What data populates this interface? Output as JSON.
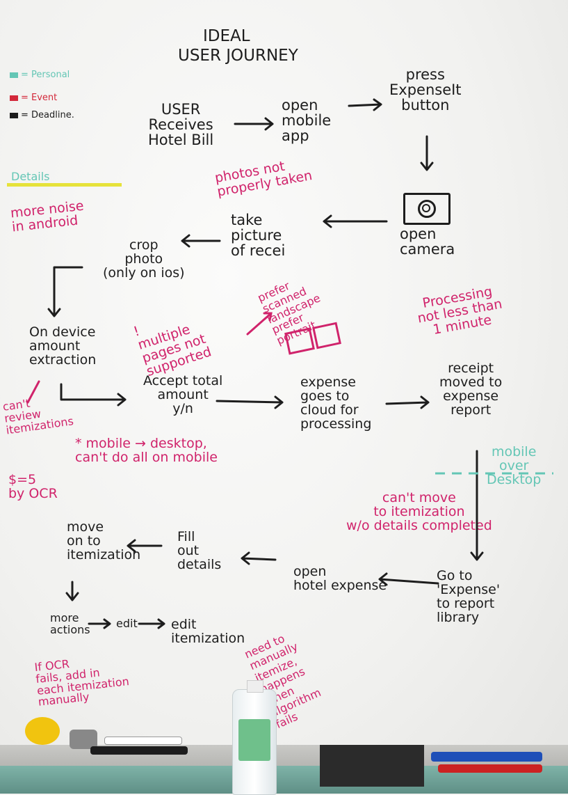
{
  "title": {
    "line1": "IDEAL",
    "line2": "USER JOURNEY"
  },
  "legend": {
    "personal": "= Personal",
    "event": "= Event",
    "deadline": "= Deadline."
  },
  "details_heading": "Details",
  "steps": {
    "user_receives": "USER\nReceives\nHotel Bill",
    "open_mobile_app": "open\nmobile\napp",
    "press_button": "press\nExpenseIt\nbutton",
    "open_camera": "open\ncamera",
    "take_picture": "take\npicture\nof recei",
    "crop_photo": "crop\nphoto\n(only on ios)",
    "on_device": "On device\namount\nextraction",
    "accept_total": "Accept total\namount\ny/n",
    "cloud": "expense\ngoes to\ncloud for\nprocessing",
    "receipt_moved": "receipt\nmoved to\nexpense\nreport",
    "go_to_expense": "Go to\n'Expense'\nto report\nlibrary",
    "open_hotel": "open\nhotel expense",
    "fill_out": "Fill\nout\ndetails",
    "move_on": "move\non to\nitemization",
    "more_actions": "more\nactions",
    "edit": "edit",
    "edit_itemization": "edit\nitemization"
  },
  "notes": {
    "photos_not_taken": "photos not\nproperly taken",
    "more_noise": "more noise\nin android",
    "multiple_pages": "!\nmultiple\npages not\nsupported",
    "landscape": "prefer\nscanned\nlandscape\nprefer\nportrait",
    "processing": "Processing\nnot less than\n1 minute",
    "cant_review": "can't\nreview\nitemizations",
    "mobile_desktop": "* mobile → desktop,\ncan't do all on mobile",
    "dollar": "$=5\nby OCR",
    "mobile_over": "mobile\nover\nDesktop",
    "cant_move": "can't move\nto itemization\nw/o details completed",
    "ocr_fails": "If OCR\nfails, add in\neach itemization\nmanually",
    "need_manual": "need to\nmanually\nitemize,\nhappens\nwhen\nalgorithm\nfails"
  },
  "colors": {
    "black": "#1d1d1d",
    "magenta": "#d0236b",
    "teal": "#64c6b5",
    "red": "#d3283a",
    "yellow": "#e6e23a"
  }
}
